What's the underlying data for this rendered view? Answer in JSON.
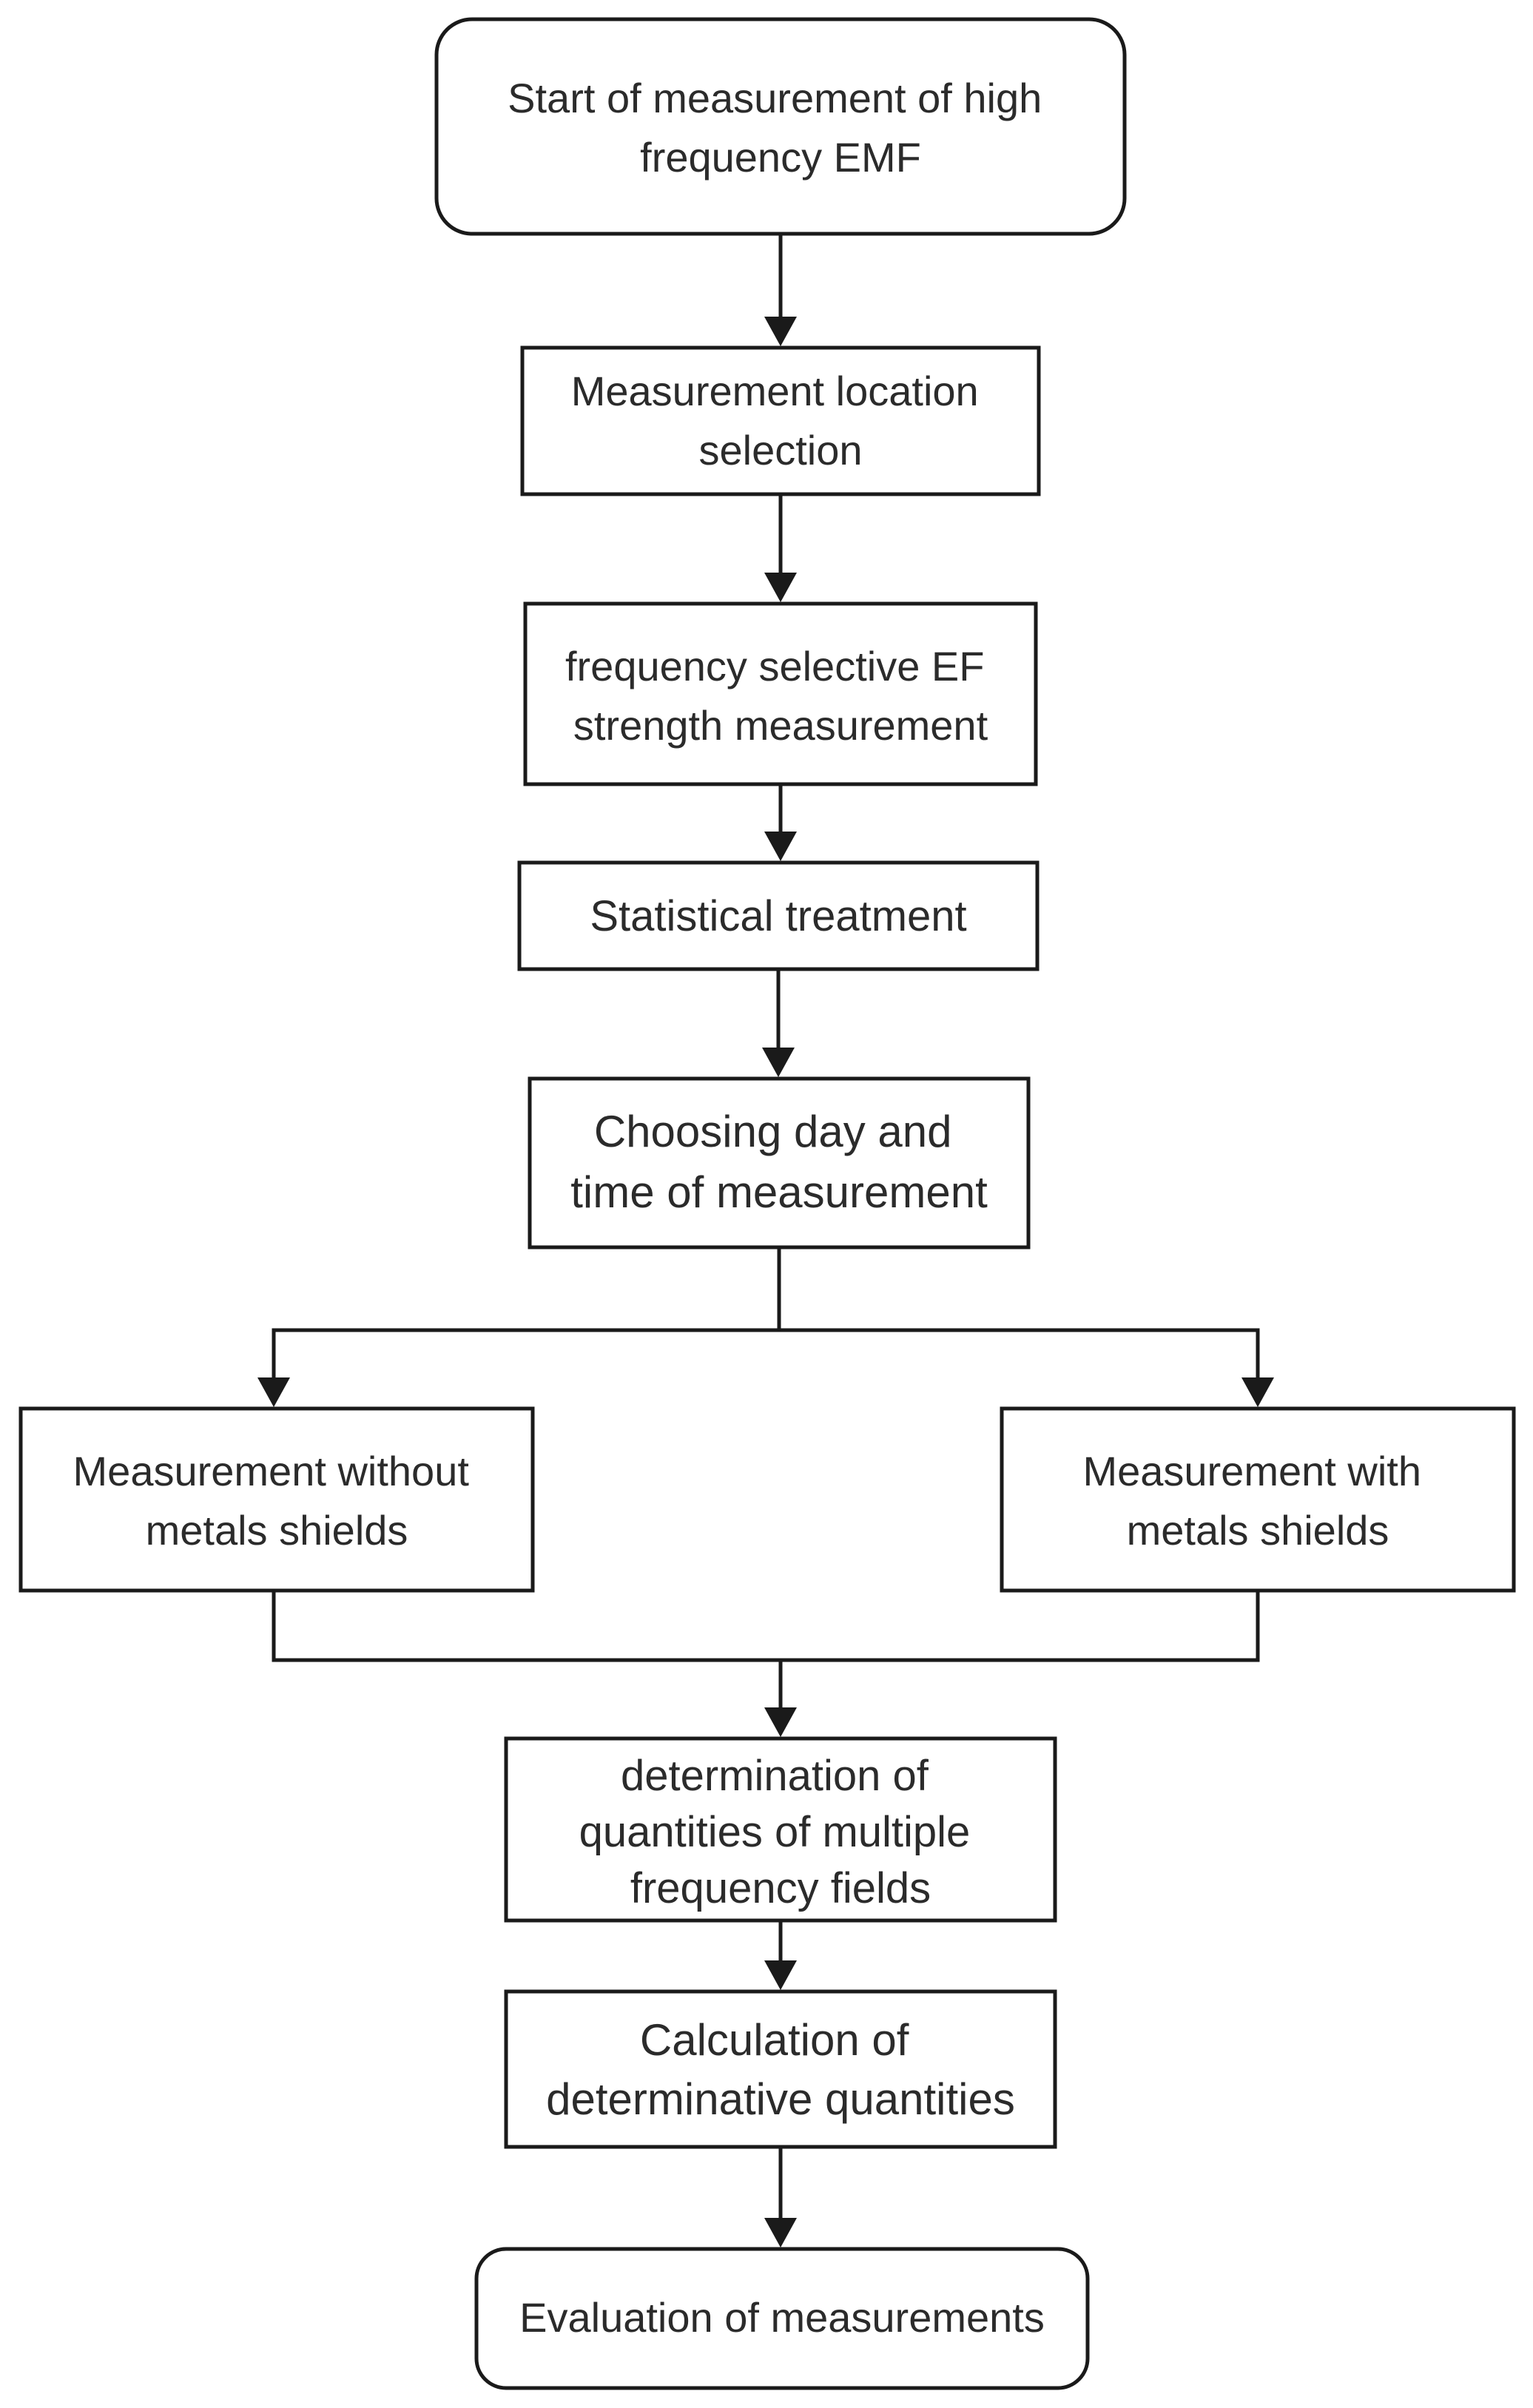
{
  "flowchart": {
    "start": "Start of measurement of high frequency EMF",
    "steps": [
      "Measurement location selection",
      "frequency selective EF strength measurement",
      "Statistical treatment",
      "Choosing day and time of measurement"
    ],
    "branches": {
      "left": "Measurement without metals shields",
      "right": "Measurement with metals shields"
    },
    "after_merge": [
      "determination of quantities of multiple frequency fields",
      "Calculation of determinative quantities"
    ],
    "end": "Evaluation of measurements"
  }
}
